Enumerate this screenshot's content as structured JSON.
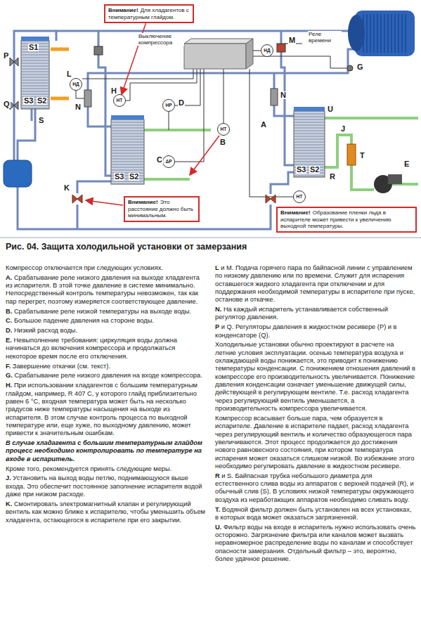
{
  "diagram": {
    "title": "Рис. 04. Защита холодильной установки от замерзания",
    "nodes": [
      {
        "text": [
          "Внимание!",
          "Для хладагентов с температурным глайдом."
        ]
      },
      {
        "text": [
          "Внимание!",
          "Это расстояние должно быть минимальным."
        ]
      },
      {
        "text": [
          "Внимание!",
          "Образование пленки льда в испарителе может привести к увеличению выходной температуры."
        ]
      },
      {
        "text": [
          "НД"
        ]
      },
      {
        "text": [
          "НТ"
        ]
      },
      {
        "text": [
          "НР"
        ]
      },
      {
        "text": [
          "ΔP"
        ]
      },
      {
        "text": [
          "НТ"
        ]
      },
      {
        "text": [
          "НД"
        ]
      },
      {
        "text": [
          "НТ"
        ]
      }
    ],
    "edges": [
      {
        "from": 0,
        "to": 4,
        "arrow": "to"
      }
    ],
    "labels": [
      "P",
      "S1",
      "S2",
      "S3",
      "Q",
      "S",
      "L",
      "H",
      "K",
      "D",
      "C",
      "B",
      "A",
      "M",
      "G",
      "N",
      "N",
      "U",
      "J",
      "T",
      "E",
      "R",
      "S3",
      "S2",
      "S3",
      "S2",
      "Выключение компрессора",
      "Реле времени",
      "Компрессор отключается при следующих условиях.",
      "A. Срабатывание реле низкого давления на выходе хладагента из испарителя. В этой точке давление в системе минимально. Непосредственный контроль температуры невозможен, так как пар перегрет, поэтому измеряется соответствующее давление.",
      "B. Срабатывание реле низкой температуры на выходе воды.",
      "C. Большое падение давления на стороне воды.",
      "D. Низкий расход воды.",
      "E. Невыполнение требования: циркуляция воды должна начинаться до включения компрессора и продолжаться некоторое время после его отключения.",
      "F. Завершение откачки (см. текст).",
      "G. Срабатывание реле низкого давления на входе компрессора.",
      "H. При использовании хладагентов с большим температурным глайдом, например, R 407 C, у которого глайд приблизительно равен 6 °C, входная температура может быть на несколько градусов ниже температуры насыщения на выходе из испарителя. В этом случае контроль процесса по выходной температуре или, еще хуже, по выходному давлению, может привести к значительным ошибкам.",
      "В случае хладагента с большим температурным глайдом процесс необходимо контролировать по температуре на входе в испаритель.",
      "Кроме того, рекомендуется принять следующие меры.",
      "J. Установить на выход воды петлю, поднимающуюся выше входа. Это обеспечит постоянное заполнение испарителя водой даже при низком расходе.",
      "K. Смонтировать электромагнитный клапан и регулирующий вентиль как можно ближе к испарителю, чтобы уменьшить объем хладагента, остающегося в испарителе при его закрытии.",
      "L и M. Подача горячего пара по байпасной линии с управлением по низкому давлению или по времени. Служит для испарения оставшегося жидкого хладагента при отключении и для поддержания необходимой температуры в испарителе при пуске, останове и откачке.",
      "N. На каждый испаритель устанавливается собственный регулятор давления.",
      "P и Q. Регуляторы давления в жидкостном ресивере (P) и в конденсаторе (Q).",
      "Холодильные установки обычно проектируют в расчете на летние условия эксплуатации. осенью температура воздуха и охлаждающей воды понижается, это приводит к понижению температуры конденсации. С понижением отношения давлений в компрессоре его производительность увеличивается. Понижение давления конденсации означает уменьшение движущей силы, действующей в регулирующем вентиле. Т.е. расход хладагента через регулирующий вентиль уменьшается, а производительность компрессора увеличивается.",
      "Компрессор всасывает больше пара, чем образуется в испарителе. Давление в испарителе падает, расход хладагента через регулирующий вентиль и количество образующегося пара увеличиваются. Этот процесс продолжается до достижения нового равновесного состояния, при котором температура испарения может оказаться слишком низкой. Во избежание этого необходимо регулировать давление в жидкостном ресивере.",
      "R и S. Байпасная трубка небольшого диаметра для естественного слива воды из аппаратов с верхней подачей (R), и обычный слив (S). В условиях низкой температуры окружающего воздуха из неработающих аппаратов необходимо сливать воду.",
      "T. Водяной фильтр должен быть установлен на всех установках, в которых вода может оказаться загрязненной.",
      "U. Фильтр воды на входе в испаритель нужно использовать очень осторожно. Загрязнение фильтра или каналов может вызвать неравномерное распределение воды по каналам и способствует опасности замерзания. Отдельный фильтр – это, вероятно, более удачное решение."
    ]
  }
}
